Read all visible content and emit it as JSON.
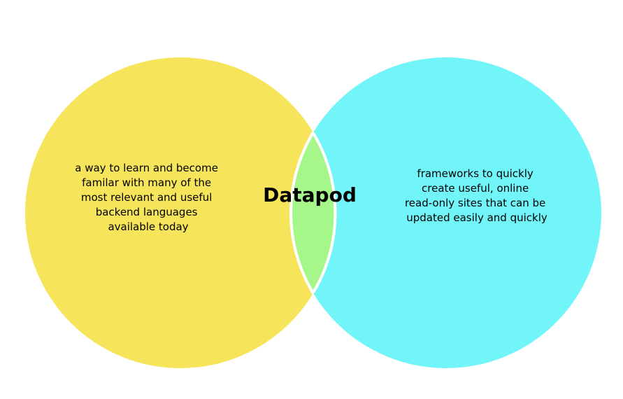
{
  "diagram": {
    "colors": {
      "left_circle": "#F6E45A",
      "right_circle": "#72F5F9",
      "overlap": "#A5F78A",
      "outline": "#FFFFFF"
    },
    "left": {
      "lines": [
        "a way to learn and become",
        "familar with many of the",
        "most relevant and useful",
        "backend languages",
        "available today"
      ]
    },
    "center": {
      "label": "Datapod"
    },
    "right": {
      "lines": [
        "frameworks to quickly",
        "create useful, online",
        "read-only sites that can be",
        "updated easily and quickly"
      ]
    }
  }
}
